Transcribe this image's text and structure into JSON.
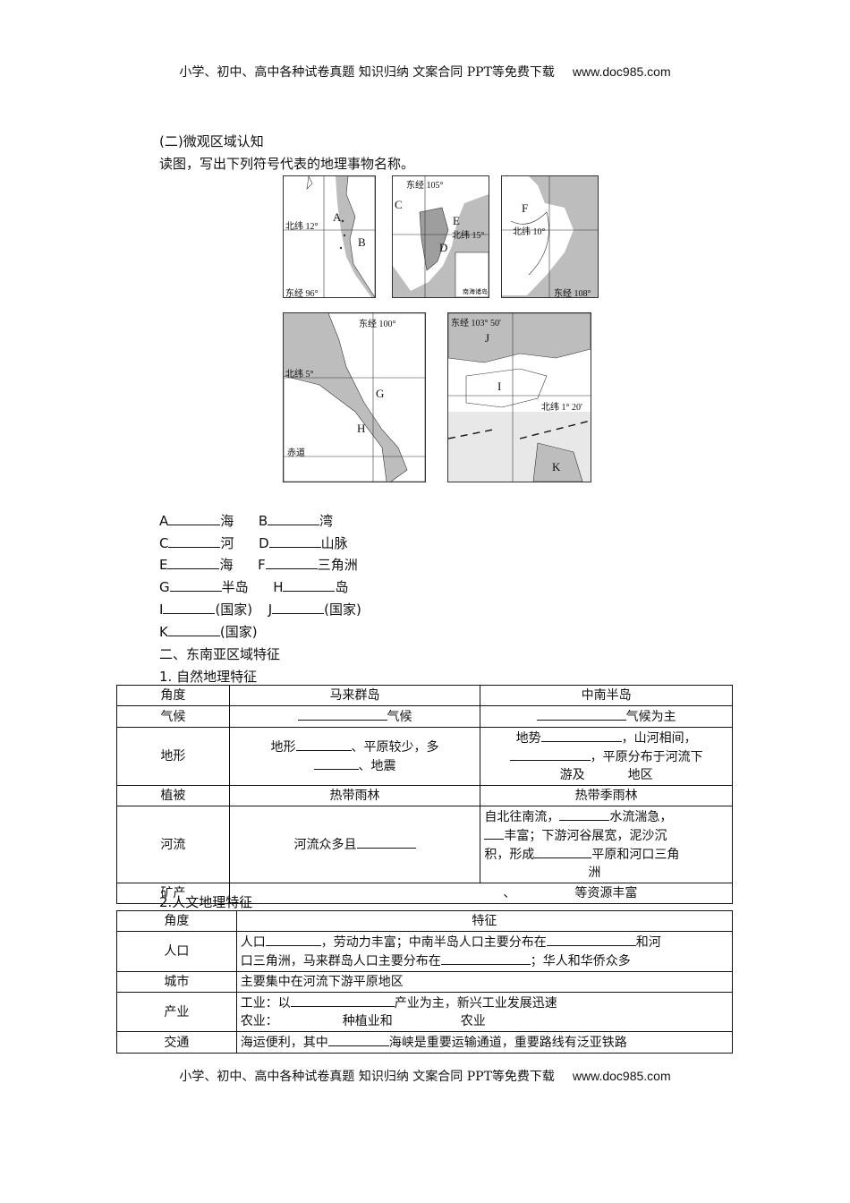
{
  "header": {
    "text": "小学、初中、高中各种试卷真题  知识归纳  文案合同  PPT等免费下载",
    "url": "www.doc985.com"
  },
  "section1": {
    "title": "(二)微观区域认知",
    "instruction": "读图，写出下列符号代表的地理事物名称。"
  },
  "maps": {
    "m1": {
      "lat": "北纬 12°",
      "lon": "东经 96°",
      "a": "A",
      "b": "B"
    },
    "m2": {
      "lon": "东经 105°",
      "lat": "北纬 15°",
      "c": "C",
      "e": "E",
      "d": "D",
      "inset": "南海诸岛"
    },
    "m3": {
      "f": "F",
      "lat": "北纬 10°",
      "lon": "东经 108°"
    },
    "m4": {
      "lon": "东经 100°",
      "lat": "北纬 5°",
      "eq": "赤道",
      "g": "G",
      "h": "H"
    },
    "m5": {
      "lon": "东经 103° 50′",
      "lat": "北纬 1° 20′",
      "j": "J",
      "i": "I",
      "k": "K"
    }
  },
  "questions": [
    {
      "a": "A",
      "as": "海",
      "b": "B",
      "bs": "湾"
    },
    {
      "a": "C",
      "as": "河",
      "b": "D",
      "bs": "山脉"
    },
    {
      "a": "E",
      "as": "海",
      "b": "F",
      "bs": "三角洲"
    },
    {
      "a": "G",
      "as": "半岛",
      "b": "H",
      "bs": "岛"
    },
    {
      "a": "I",
      "as": "(国家)",
      "b": "J",
      "bs": "(国家)"
    },
    {
      "a": "K",
      "as": "(国家)"
    }
  ],
  "section2": {
    "title": "二、东南亚区域特征",
    "sub1": "1.  自然地理特征",
    "sub2": "2.人文地理特征"
  },
  "table1": {
    "h": [
      "角度",
      "马来群岛",
      "中南半岛"
    ],
    "climate": {
      "label": "气候",
      "c1": "气候",
      "c2": "气候为主"
    },
    "terrain": {
      "label": "地形",
      "c1a": "地形",
      "c1b": "、平原较少，多",
      "c1c": "、地震",
      "c2a": "地势",
      "c2b": "，山河相间，",
      "c2c": "，平原分布于河流下",
      "c2d": "游及",
      "c2e": "地区"
    },
    "veg": {
      "label": "植被",
      "c1": "热带雨林",
      "c2": "热带季雨林"
    },
    "river": {
      "label": "河流",
      "c1": "河流众多且",
      "c2a": "自北往南流，",
      "c2b": "水流湍急，",
      "c2c": "丰富；下游河谷展宽，泥沙沉",
      "c2d": "积，形成",
      "c2e": "平原和河口三角",
      "c2f": "洲"
    },
    "mineral": {
      "label": "矿产",
      "c1a": "、",
      "c1b": "等资源丰富"
    }
  },
  "table2": {
    "h": [
      "角度",
      "特征"
    ],
    "pop": {
      "label": "人口",
      "l1a": "人口",
      "l1b": "，劳动力丰富；中南半岛人口主要分布在",
      "l1c": "和河",
      "l2a": "口三角洲，马来群岛人口主要分布在",
      "l2b": "；华人和华侨众多"
    },
    "city": {
      "label": "城市",
      "text": "主要集中在河流下游平原地区"
    },
    "ind": {
      "label": "产业",
      "l1a": "工业：以",
      "l1b": "产业为主，新兴工业发展迅速",
      "l2a": "农业：",
      "l2b": "种植业和",
      "l2c": "农业"
    },
    "trans": {
      "label": "交通",
      "a": "海运便利，其中",
      "b": "海峡是重要运输通道，重要路线有泛亚铁路"
    }
  },
  "footer": {
    "text": "小学、初中、高中各种试卷真题  知识归纳  文案合同  PPT等免费下载",
    "url": "www.doc985.com"
  }
}
